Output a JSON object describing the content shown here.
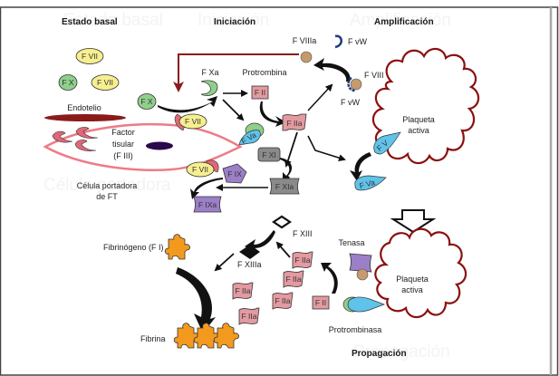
{
  "diagram": {
    "title": "Modelo celular de la coagulación",
    "colors": {
      "frame": "#444444",
      "frame_right": "#a8a8a8",
      "cell_outline": "#ee7b86",
      "endothelium": "#8b1a1a",
      "platelet_outline": "#8b1010",
      "red_arrow": "#8b1a1a",
      "fvii": "#f7ef8f",
      "fx": "#8fcf8c",
      "fii": "#e39aa0",
      "fxi": "#8a8a8a",
      "fix": "#9b7fc7",
      "fv": "#5fc3ea",
      "fibrin": "#f39a1e",
      "fviii": "#c59a6c",
      "fvw": "#1d3d7a",
      "tf_nucleus": "#2a0a4a"
    },
    "phases": {
      "basal": {
        "title": "Estado basal",
        "ghost": "Estado basal"
      },
      "initiation": {
        "title": "Iniciación",
        "ghost": "Iniciación"
      },
      "amplification": {
        "title": "Amplificación",
        "ghost": "Amplificación"
      },
      "propagation": {
        "title": "Propagación",
        "ghost": "Propagación"
      }
    },
    "basal": {
      "fvii_1": "F VII",
      "fvii_2": "F VII",
      "fx": "F X",
      "endothelium": "Endotelio",
      "tissue_factor_line1": "Factor",
      "tissue_factor_line2": "tisular",
      "tissue_factor_line3": "(F III)",
      "cell_line1": "Célula portadora",
      "cell_line2": "de FT",
      "cell_ghost": "Célula portadora"
    },
    "initiation": {
      "fx": "F X",
      "fxa": "F Xa",
      "fvii_top": "F VII",
      "fvii_bottom": "F VII",
      "prothrombin": "Protrombina",
      "fii": "F II",
      "fiia": "F IIa",
      "fva": "F Va",
      "fxi": "F XI",
      "fxia": "F XIa",
      "fix": "F IX",
      "fixa": "F IXa"
    },
    "amplification": {
      "fviiia": "F VIIIa",
      "fvw_top": "F vW",
      "fviii": "F VIII",
      "fvw_bottom": "F vW",
      "platelet_line1": "Plaqueta",
      "platelet_line2": "activa",
      "fv": "F V",
      "fva": "F Va"
    },
    "propagation": {
      "fxiii": "F XIII",
      "fxiiia": "F XIIIa",
      "fiia": [
        "F IIa",
        "F IIa",
        "F IIa",
        "F IIa",
        "F IIa"
      ],
      "fii": "F II",
      "tenase": "Tenasa",
      "prothrombinase": "Protrombinasa",
      "platelet_line1": "Plaqueta",
      "platelet_line2": "activa",
      "fibrinogen": "Fibrinógeno (F I)",
      "fibrin": "Fibrina"
    }
  }
}
